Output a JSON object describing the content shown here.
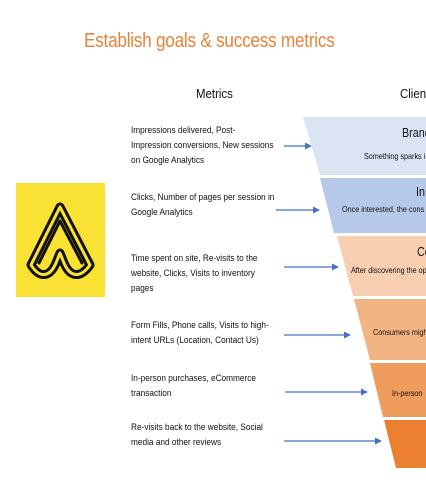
{
  "title": "Establish goals & success metrics",
  "columns": {
    "metrics": "Metrics",
    "client": "Client"
  },
  "logo": {
    "icon": "letter-a-logo-icon",
    "background": "#f9e233"
  },
  "metrics": [
    "Impressions delivered, Post-Impression conversions, New sessions on Google Analytics",
    "Clicks, Number of pages per session in Google Analytics",
    "Time spent on site, Re-visits to the website, Clicks, Visits to inventory pages",
    "Form Fills, Phone calls, Visits to high-intent URLs (Location, Contact Us)",
    "In-person purchases, eCommerce transaction",
    "Re-visits back to the website, Social media and other reviews"
  ],
  "stages": [
    {
      "title": "Brand",
      "desc": "Something sparks i",
      "color": "#dbe4f3"
    },
    {
      "title": "In",
      "desc": "Once interested, the cons",
      "color": "#b7c9e8"
    },
    {
      "title": "Co",
      "desc": "After discovering the op",
      "color": "#f8cfb0"
    },
    {
      "title": "",
      "desc": "Consumers migh",
      "color": "#f3b484"
    },
    {
      "title": "",
      "desc": "In-person",
      "color": "#f09c5c"
    },
    {
      "title": "",
      "desc": "",
      "color": "#ed7f31"
    }
  ],
  "colors": {
    "title": "#e8843a",
    "arrow": "#4472c4"
  }
}
